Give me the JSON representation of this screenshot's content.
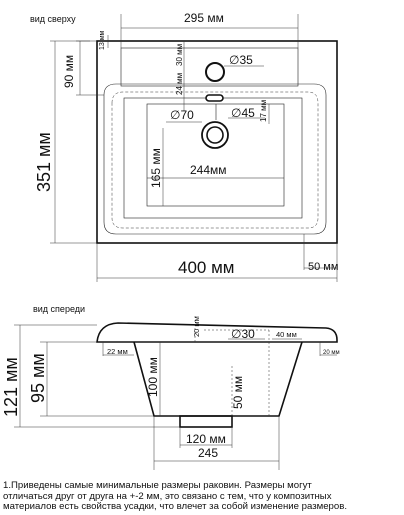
{
  "views": {
    "top_label": "вид сверху",
    "front_label": "вид спереди"
  },
  "dims_top": {
    "width_top": "295 мм",
    "left_13": "13 мм",
    "depth_90": "90 мм",
    "v_30": "30 мм",
    "v_24": "24 мм",
    "hole_35": "∅35",
    "depth_351": "351 мм",
    "drain_70": "∅70",
    "drain_45": "∅45",
    "v_17": "17 мм",
    "depth_165": "165 мм",
    "bowl_244": "244мм",
    "width_400": "400 мм",
    "side_50": "50 мм"
  },
  "dims_front": {
    "v_20": "20 мм",
    "hole_30": "∅30",
    "side_40": "40 мм",
    "side_22": "22 мм",
    "side_20": "20 мм",
    "height_121": "121 мм",
    "height_95": "95 мм",
    "depth_100": "100 мм",
    "drain_50": "50 мм",
    "w_120": "120 мм",
    "w_245": "245"
  },
  "footnote": {
    "line1": "1.Приведены самые минимальные размеры раковин. Размеры могут",
    "line2": "отличаться друг от друга на +-2 мм, это связано с тем, что у композитных",
    "line3": "материалов есть свойства усадки, что влечет за собой изменение размеров."
  }
}
